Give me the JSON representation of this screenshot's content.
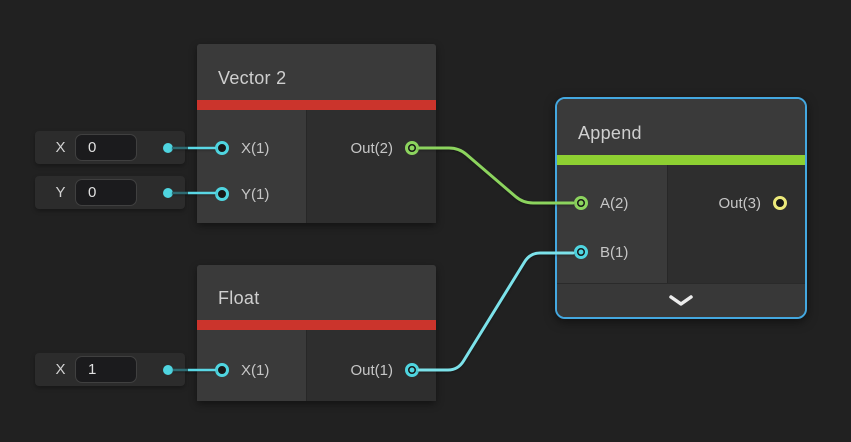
{
  "nodes": {
    "vector2": {
      "title": "Vector 2",
      "accent_color": "#cb342c",
      "inputs": [
        {
          "label": "X(1)"
        },
        {
          "label": "Y(1)"
        }
      ],
      "output": {
        "label": "Out(2)"
      }
    },
    "float": {
      "title": "Float",
      "accent_color": "#cb342c",
      "inputs": [
        {
          "label": "X(1)"
        }
      ],
      "output": {
        "label": "Out(1)"
      }
    },
    "append": {
      "title": "Append",
      "accent_color": "#8ed032",
      "selected": true,
      "inputs": [
        {
          "label": "A(2)"
        },
        {
          "label": "B(1)"
        }
      ],
      "output": {
        "label": "Out(3)"
      }
    }
  },
  "widgets": {
    "vector2_x": {
      "label": "X",
      "value": "0"
    },
    "vector2_y": {
      "label": "Y",
      "value": "0"
    },
    "float_x": {
      "label": "X",
      "value": "1"
    }
  },
  "edges": [
    {
      "from": "Vector 2.Out(2)",
      "to": "Append.A(2)",
      "color": "#8cd45e"
    },
    {
      "from": "Float.Out(1)",
      "to": "Append.B(1)",
      "color": "#7ce2ea"
    }
  ],
  "colors": {
    "canvas_background": "#212121",
    "node_header": "#3a3a3a",
    "node_body": "#2e2e2e",
    "selection_border": "#44a8e0",
    "port_cyan": "#4fd5e0",
    "port_green": "#8cd45e",
    "port_yellow": "#ece97a",
    "wire_green": "#8cd45e",
    "wire_cyan": "#7ce2ea",
    "accent_red": "#cb342c",
    "accent_green": "#8ed032"
  },
  "icons": {
    "collapse": "chevron-down"
  }
}
